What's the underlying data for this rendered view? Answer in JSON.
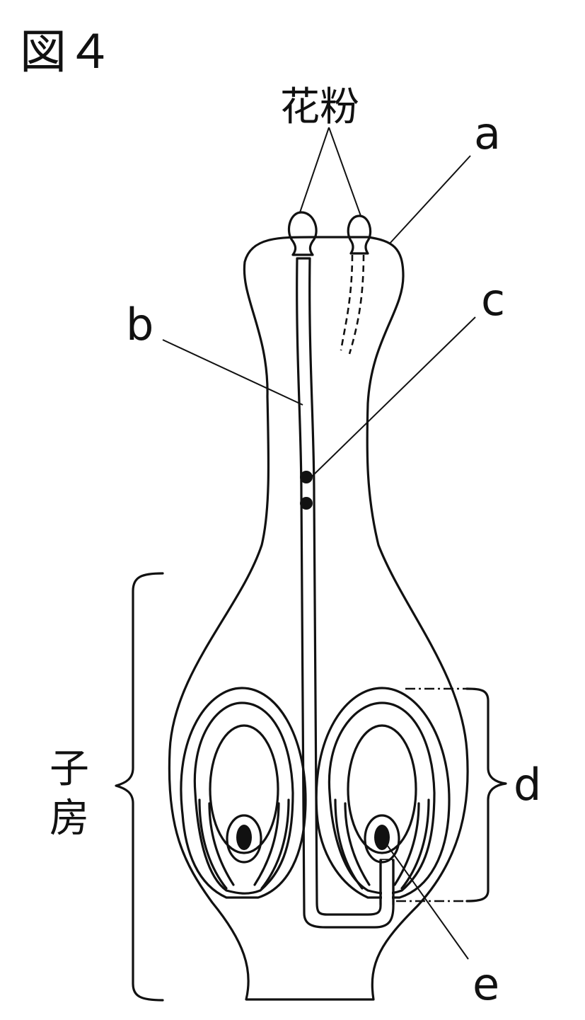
{
  "figure_label": "図４",
  "labels": {
    "pollen": "花粉",
    "ovary_top": "子",
    "ovary_bottom": "房",
    "a": "a",
    "b": "b",
    "c": "c",
    "d": "d",
    "e": "e"
  },
  "colors": {
    "outline": "#111111",
    "ovule_fill": "#dcdcdc",
    "background": "#ffffff"
  }
}
